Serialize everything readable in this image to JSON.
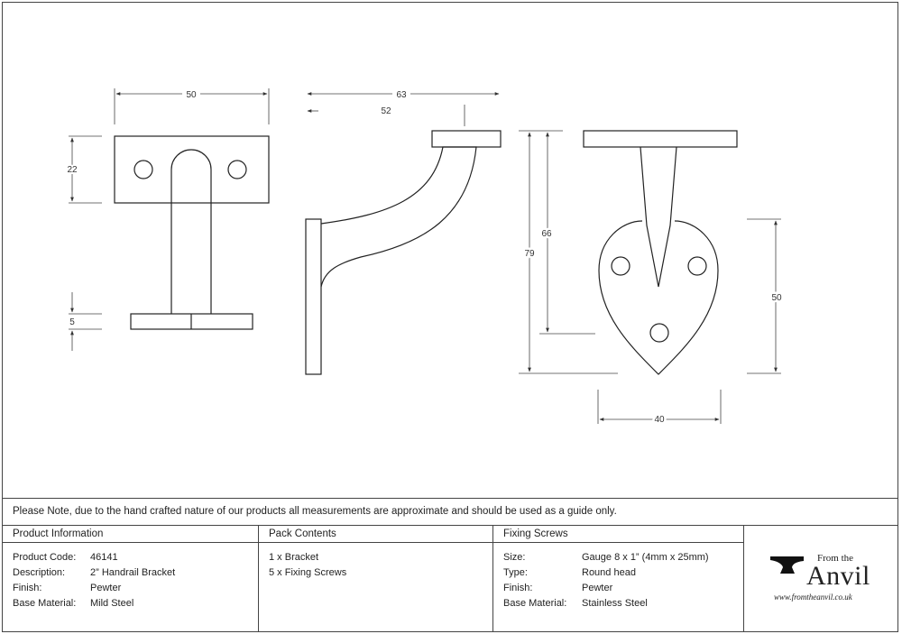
{
  "dimensions": {
    "top_width": "50",
    "top_height": "22",
    "base_thickness": "5",
    "side_overall": "63",
    "side_reach": "52",
    "overall_height": "79",
    "center_height": "66",
    "plate_height": "50",
    "plate_width": "40"
  },
  "note": "Please Note, due to the hand crafted nature of our products all measurements are approximate and should be used as a guide only.",
  "product_info": {
    "title": "Product Information",
    "rows": [
      {
        "label": "Product Code:",
        "value": "46141"
      },
      {
        "label": "Description:",
        "value": "2” Handrail Bracket"
      },
      {
        "label": "Finish:",
        "value": "Pewter"
      },
      {
        "label": "Base Material:",
        "value": "Mild Steel"
      }
    ]
  },
  "pack_contents": {
    "title": "Pack Contents",
    "items": [
      "1 x Bracket",
      "5 x Fixing Screws"
    ]
  },
  "fixing_screws": {
    "title": "Fixing Screws",
    "rows": [
      {
        "label": "Size:",
        "value": "Gauge 8 x 1” (4mm x 25mm)"
      },
      {
        "label": "Type:",
        "value": "Round head"
      },
      {
        "label": "Finish:",
        "value": "Pewter"
      },
      {
        "label": "Base Material:",
        "value": "Stainless Steel"
      }
    ]
  },
  "logo": {
    "from_the": "From the",
    "brand": "Anvil",
    "url": "www.fromtheanvil.co.uk"
  }
}
